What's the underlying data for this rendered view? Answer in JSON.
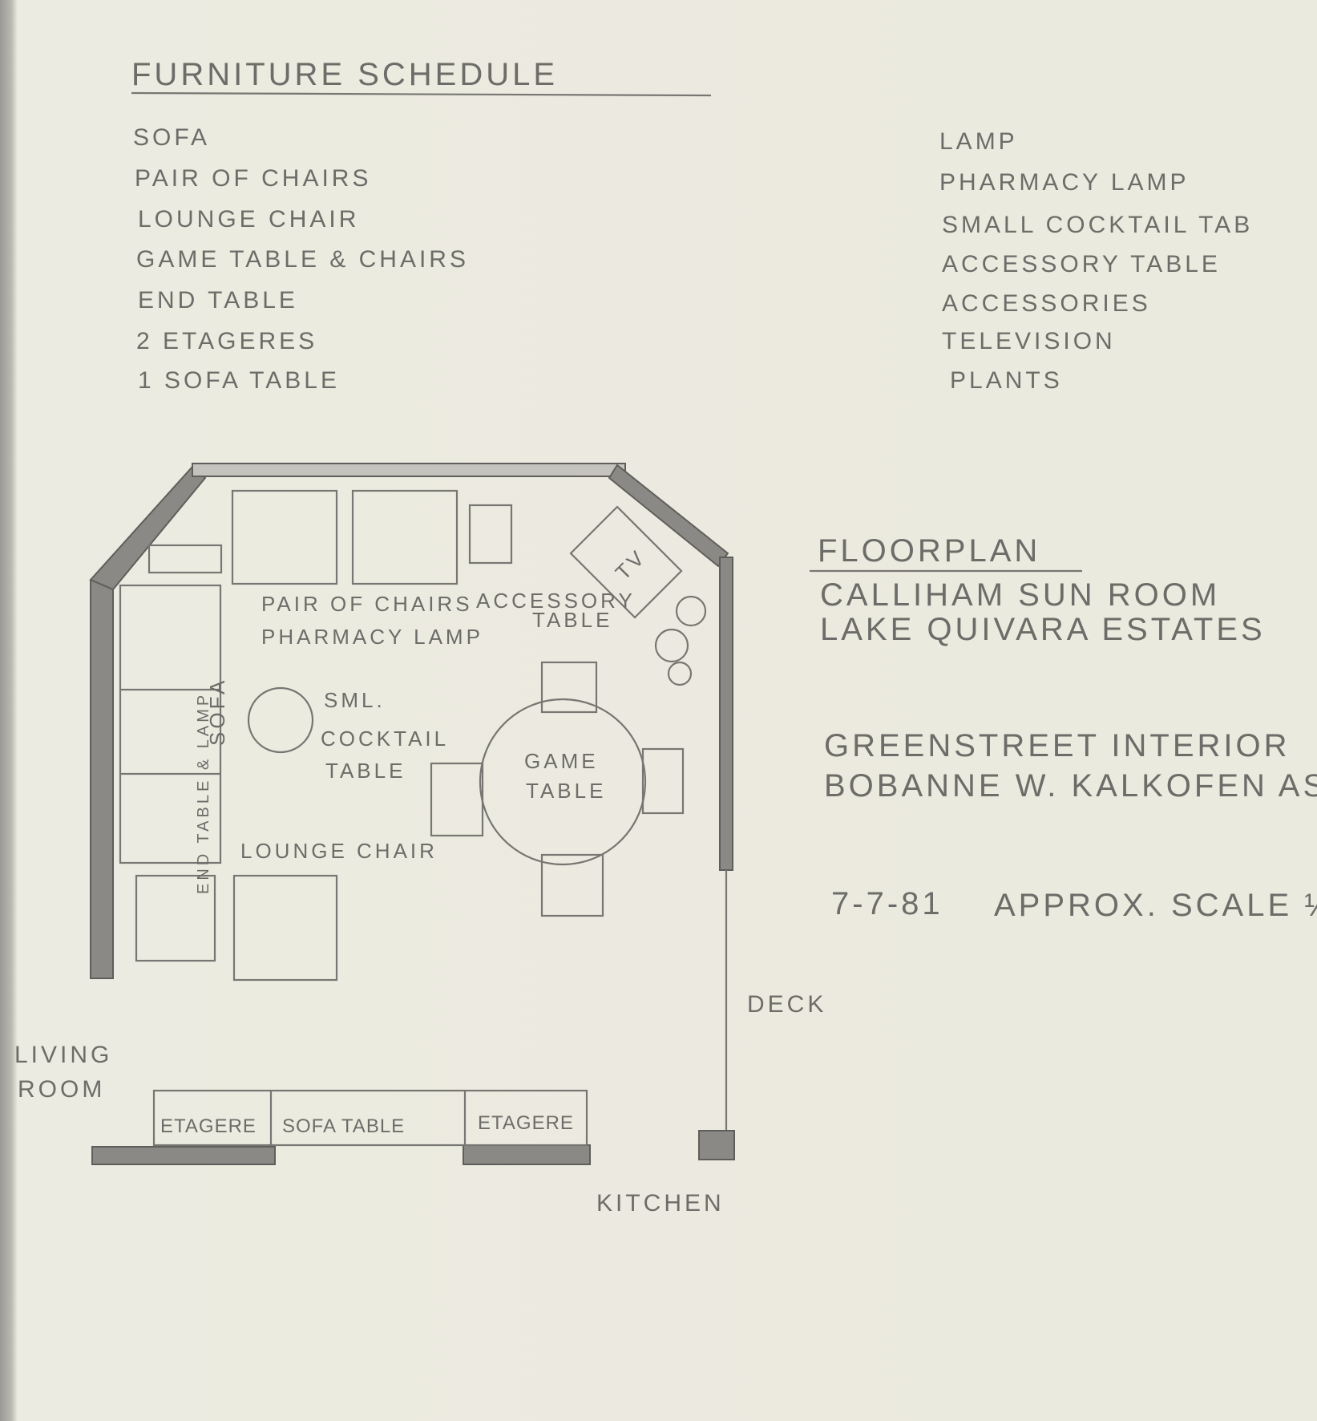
{
  "schedule": {
    "title": "FURNITURE SCHEDULE",
    "left_items": [
      "SOFA",
      "PAIR OF CHAIRS",
      "LOUNGE CHAIR",
      "GAME TABLE & CHAIRS",
      "END TABLE",
      "2 ETAGERES",
      "1 SOFA TABLE"
    ],
    "right_items": [
      "LAMP",
      "PHARMACY LAMP",
      "SMALL COCKTAIL TAB",
      "ACCESSORY TABLE",
      "ACCESSORIES",
      "TELEVISION",
      "PLANTS"
    ]
  },
  "title_block": {
    "heading": "FLOORPLAN",
    "project": "CALLIHAM SUN ROOM",
    "location": "LAKE QUIVARA ESTATES",
    "firm": "GREENSTREET INTERIOR",
    "designer": "BOBANNE W. KALKOFEN AS",
    "date": "7-7-81",
    "scale": "APPROX. SCALE ½"
  },
  "plan_labels": {
    "pair_of_chairs": "PAIR OF CHAIRS",
    "pharmacy_lamp": "PHARMACY LAMP",
    "accessory": "ACCESSORY",
    "table": "TABLE",
    "tv": "TV",
    "sofa": "SOFA",
    "sml": "SML.",
    "cocktail": "COCKTAIL",
    "cocktail_table": "TABLE",
    "game": "GAME",
    "game_table": "TABLE",
    "lounge_chair": "LOUNGE CHAIR",
    "end_table": "END TABLE & LAMP",
    "deck": "DECK",
    "living": "LIVING",
    "room": "ROOM",
    "etagere_left": "ETAGERE",
    "sofa_table": "SOFA TABLE",
    "etagere_right": "ETAGERE",
    "kitchen": "KITCHEN"
  }
}
